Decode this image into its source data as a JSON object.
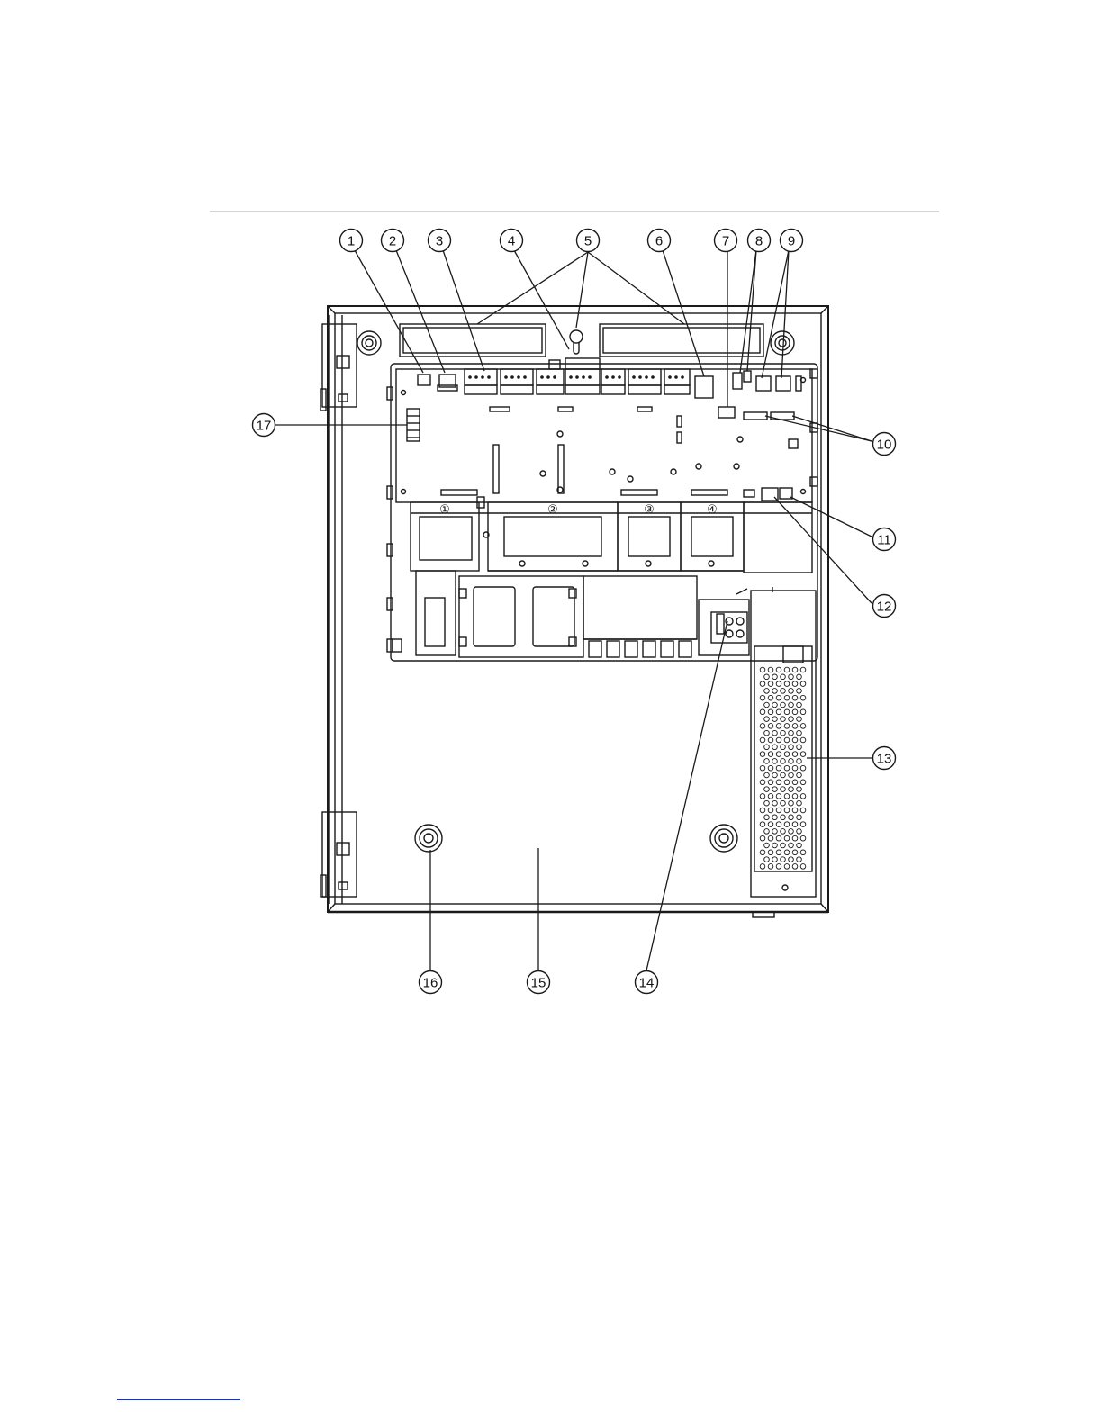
{
  "diagram": {
    "callouts": [
      {
        "label": "1",
        "target": "backup-battery-connector"
      },
      {
        "label": "2",
        "target": "connector-2"
      },
      {
        "label": "3",
        "target": "terminal-block-row"
      },
      {
        "label": "4",
        "target": "keyhole-mounting"
      },
      {
        "label": "5",
        "target": "cable-entries"
      },
      {
        "label": "6",
        "target": "connector-6"
      },
      {
        "label": "7",
        "target": "connector-7"
      },
      {
        "label": "8",
        "target": "connector-8"
      },
      {
        "label": "9",
        "target": "connector-9"
      },
      {
        "label": "10",
        "target": "header-connectors"
      },
      {
        "label": "11",
        "target": "connector-11"
      },
      {
        "label": "12",
        "target": "connector-12"
      },
      {
        "label": "13",
        "target": "power-supply-unit"
      },
      {
        "label": "14",
        "target": "mains-terminal-block"
      },
      {
        "label": "15",
        "target": "enclosure-cabinet"
      },
      {
        "label": "16",
        "target": "mounting-hole"
      },
      {
        "label": "17",
        "target": "side-connector"
      }
    ],
    "expansion_slots": [
      "①",
      "②",
      "③",
      "④"
    ]
  }
}
